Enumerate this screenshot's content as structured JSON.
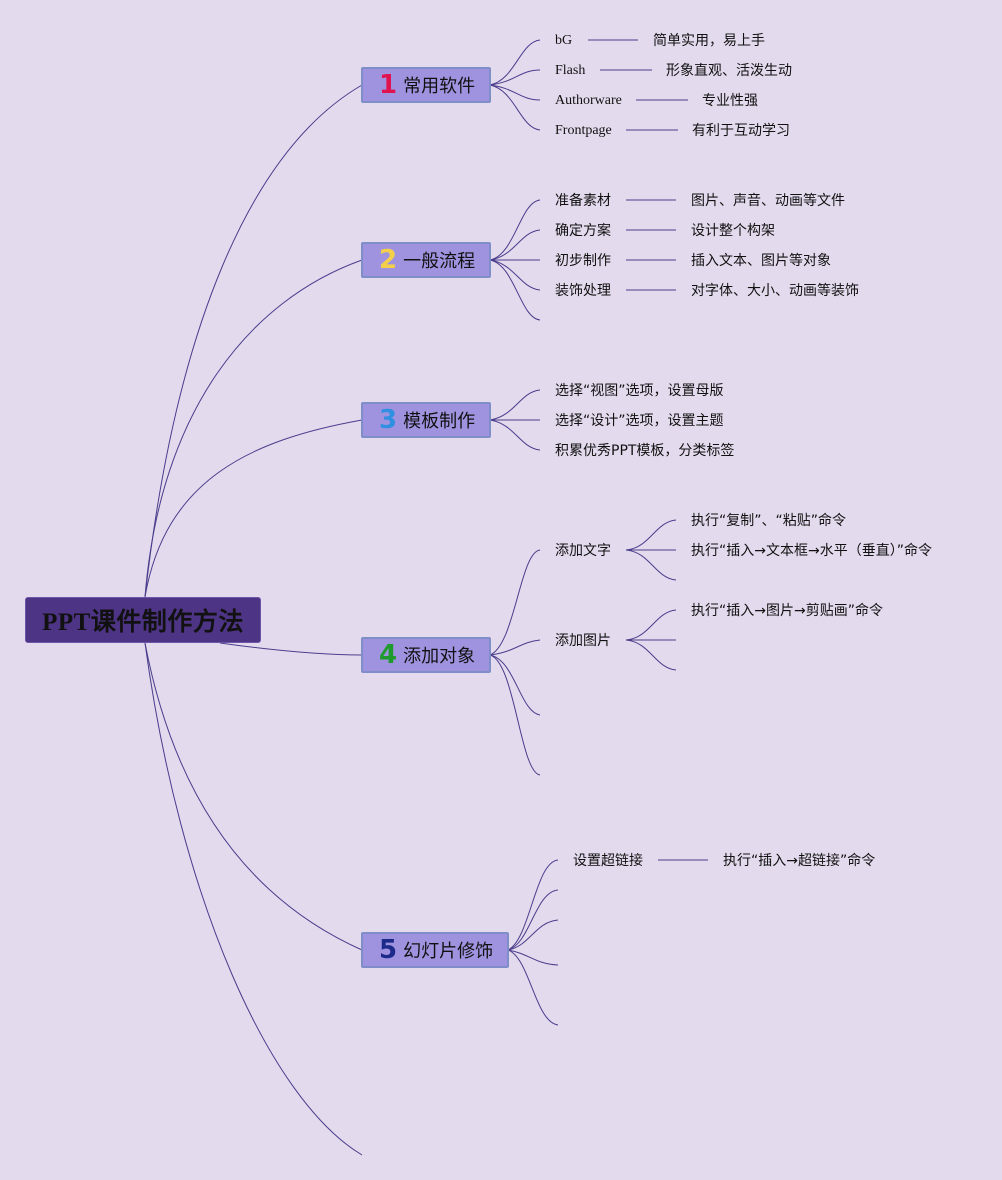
{
  "root": {
    "label": "PPT课件制作方法"
  },
  "colors": {
    "background": "#e4daed",
    "root_fill": "#4e3485",
    "branch_fill": "#9f93e0",
    "line": "#4a3d8c",
    "num1": "#e0134f",
    "num2": "#f4d04a",
    "num3": "#2f8fe0",
    "num4": "#1f9a2c",
    "num5": "#1c2a8a"
  },
  "branches": [
    {
      "num": "1",
      "label": "常用软件",
      "items": [
        {
          "label": "bG",
          "detail": "简单实用，易上手"
        },
        {
          "label": "Flash",
          "detail": "形象直观、活泼生动"
        },
        {
          "label": "Authorware",
          "detail": "专业性强"
        },
        {
          "label": "Frontpage",
          "detail": "有利于互动学习"
        }
      ]
    },
    {
      "num": "2",
      "label": "一般流程",
      "items": [
        {
          "label": "准备素材",
          "detail": "图片、声音、动画等文件"
        },
        {
          "label": "确定方案",
          "detail": "设计整个构架"
        },
        {
          "label": "初步制作",
          "detail": "插入文本、图片等对象"
        },
        {
          "label": "装饰处理",
          "detail": "对字体、大小、动画等装饰"
        }
      ]
    },
    {
      "num": "3",
      "label": "模板制作",
      "items": [
        {
          "label": "选择“视图”选项，设置母版"
        },
        {
          "label": "选择“设计”选项，设置主题"
        },
        {
          "label": "积累优秀PPT模板，分类标签"
        }
      ]
    },
    {
      "num": "4",
      "label": "添加对象",
      "items": [
        {
          "label": "添加文字",
          "details": [
            "执行“复制”、“粘贴”命令",
            "执行“插入→文本框→水平（垂直）”命令"
          ]
        },
        {
          "label": "添加图片",
          "details": [
            "执行“插入→图片→剪贴画”命令"
          ]
        }
      ]
    },
    {
      "num": "5",
      "label": "幻灯片修饰",
      "items": [
        {
          "label": "设置超链接",
          "detail": "执行“插入→超链接”命令"
        }
      ]
    }
  ]
}
